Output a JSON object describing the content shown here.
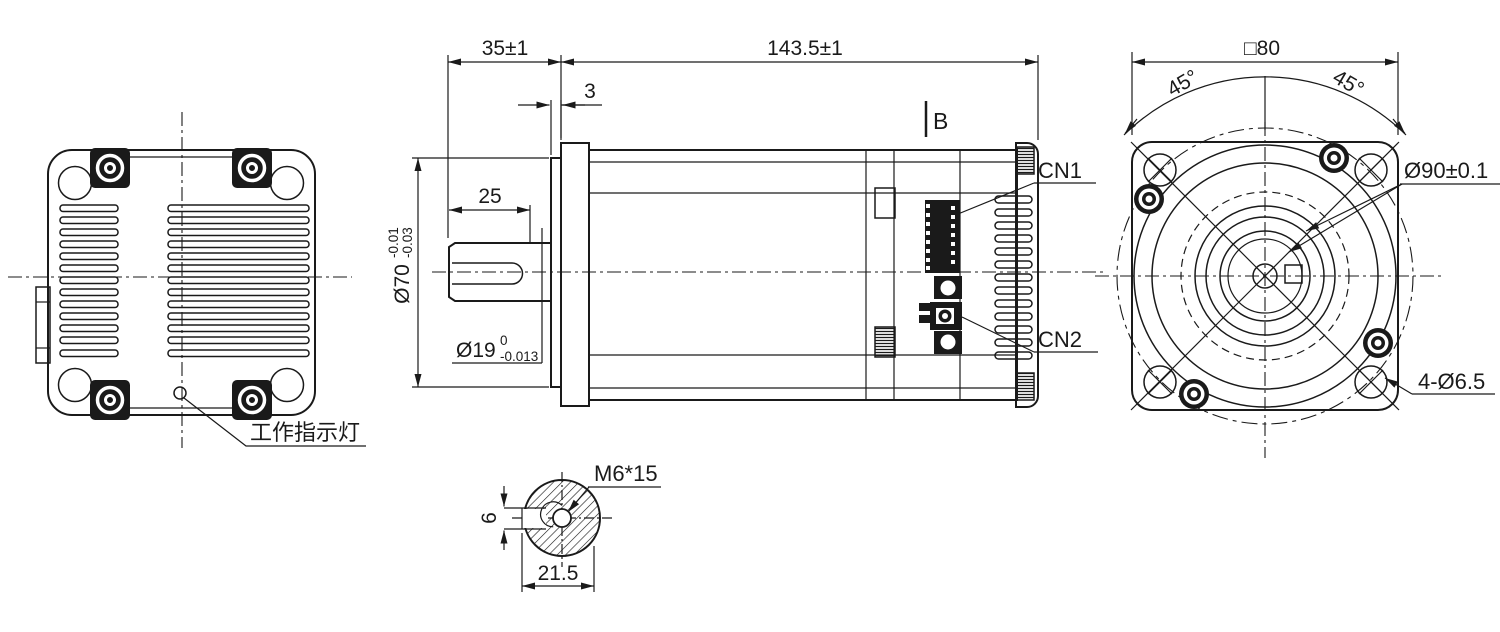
{
  "drawing": {
    "back_view": {
      "indicator_label": "工作指示灯"
    },
    "side_view": {
      "dim_shaft_ext": "35±1",
      "dim_body_len": "143.5±1",
      "dim_pilot": "3",
      "dim_key_len": "25",
      "dia70": {
        "base": "Ø70",
        "tol_upper": "-0.01",
        "tol_lower": "-0.03"
      },
      "dia19": {
        "base": "Ø19",
        "tol_upper": "0",
        "tol_lower": "-0.013"
      },
      "section_mark": "B",
      "connector1": "CN1",
      "connector2": "CN2"
    },
    "front_view": {
      "dim_square": "□80",
      "angle_left": "45°",
      "angle_right": "45°",
      "bolt_circle": "Ø90±0.1",
      "holes": "4-Ø6.5"
    },
    "section_detail": {
      "thread": "M6*15",
      "key_width": "6",
      "flat_to_edge": "21.5"
    },
    "colors": {
      "ink": "#1a1a1a",
      "paper": "#ffffff"
    }
  }
}
